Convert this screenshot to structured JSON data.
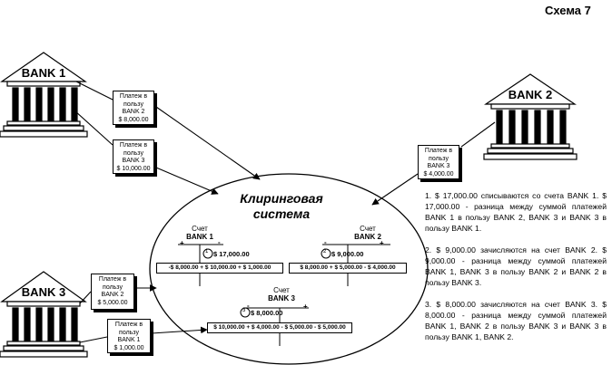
{
  "scheme_label": "Схема 7",
  "banks": {
    "bank1": "BANK 1",
    "bank2": "BANK 2",
    "bank3": "BANK 3"
  },
  "memos": {
    "b1_to_b2": [
      "Платеж в",
      "пользу",
      "BANK 2",
      "$ 8,000.00"
    ],
    "b1_to_b3": [
      "Платеж в",
      "пользу",
      "BANK 3",
      "$ 10,000.00"
    ],
    "b2_to_b3": [
      "Платеж в",
      "пользу",
      "BANK 3",
      "$ 4,000.00"
    ],
    "b3_to_b2": [
      "Платеж в",
      "пользу",
      "BANK 2",
      "$ 5,000.00"
    ],
    "b3_to_b1": [
      "Платеж в",
      "пользу",
      "BANK 1",
      "$ 1,000.00"
    ]
  },
  "clearing": {
    "title_line1": "Клиринговая",
    "title_line2": "система"
  },
  "accounts": {
    "acct1": {
      "label": "Счет",
      "bank": "BANK 1",
      "step": "1",
      "balance": "$ 17,000.00",
      "formula": "-$ 8,000.00 + $ 10,000.00 + $ 1,000.00"
    },
    "acct2": {
      "label": "Счет",
      "bank": "BANK 2",
      "step": "2",
      "balance": "$ 9,000.00",
      "formula": "$ 8,000.00 + $ 5,000.00 - $ 4,000.00"
    },
    "acct3": {
      "label": "Счет",
      "bank": "BANK 3",
      "step": "3",
      "balance": "$ 8,000.00",
      "formula": "$ 10,000.00 + $ 4,000.00 - $ 5,000.00 - $ 5,000.00"
    },
    "plus": "+",
    "minus": "-"
  },
  "notes": {
    "n1": "1. $ 17,000.00 списываются со счета BANK 1. $ 17,000.00 - разница между суммой платежей BANK 1 в пользу BANK 2, BANK 3 и BANK 3 в пользу BANK 1.",
    "n2": "2. $ 9,000.00 зачисляются на счет BANK 2. $ 9,000.00 - разница между суммой платежей BANK 1, BANK 3 в пользу BANK 2 и BANK 2 в пользу BANK 3.",
    "n3": "3. $ 8,000.00 зачисляются на счет BANK 3. $ 8,000.00 - разница между суммой платежей BANK 1, BANK 2 в пользу BANK 3 и BANK 3 в пользу BANK 1, BANK 2."
  }
}
